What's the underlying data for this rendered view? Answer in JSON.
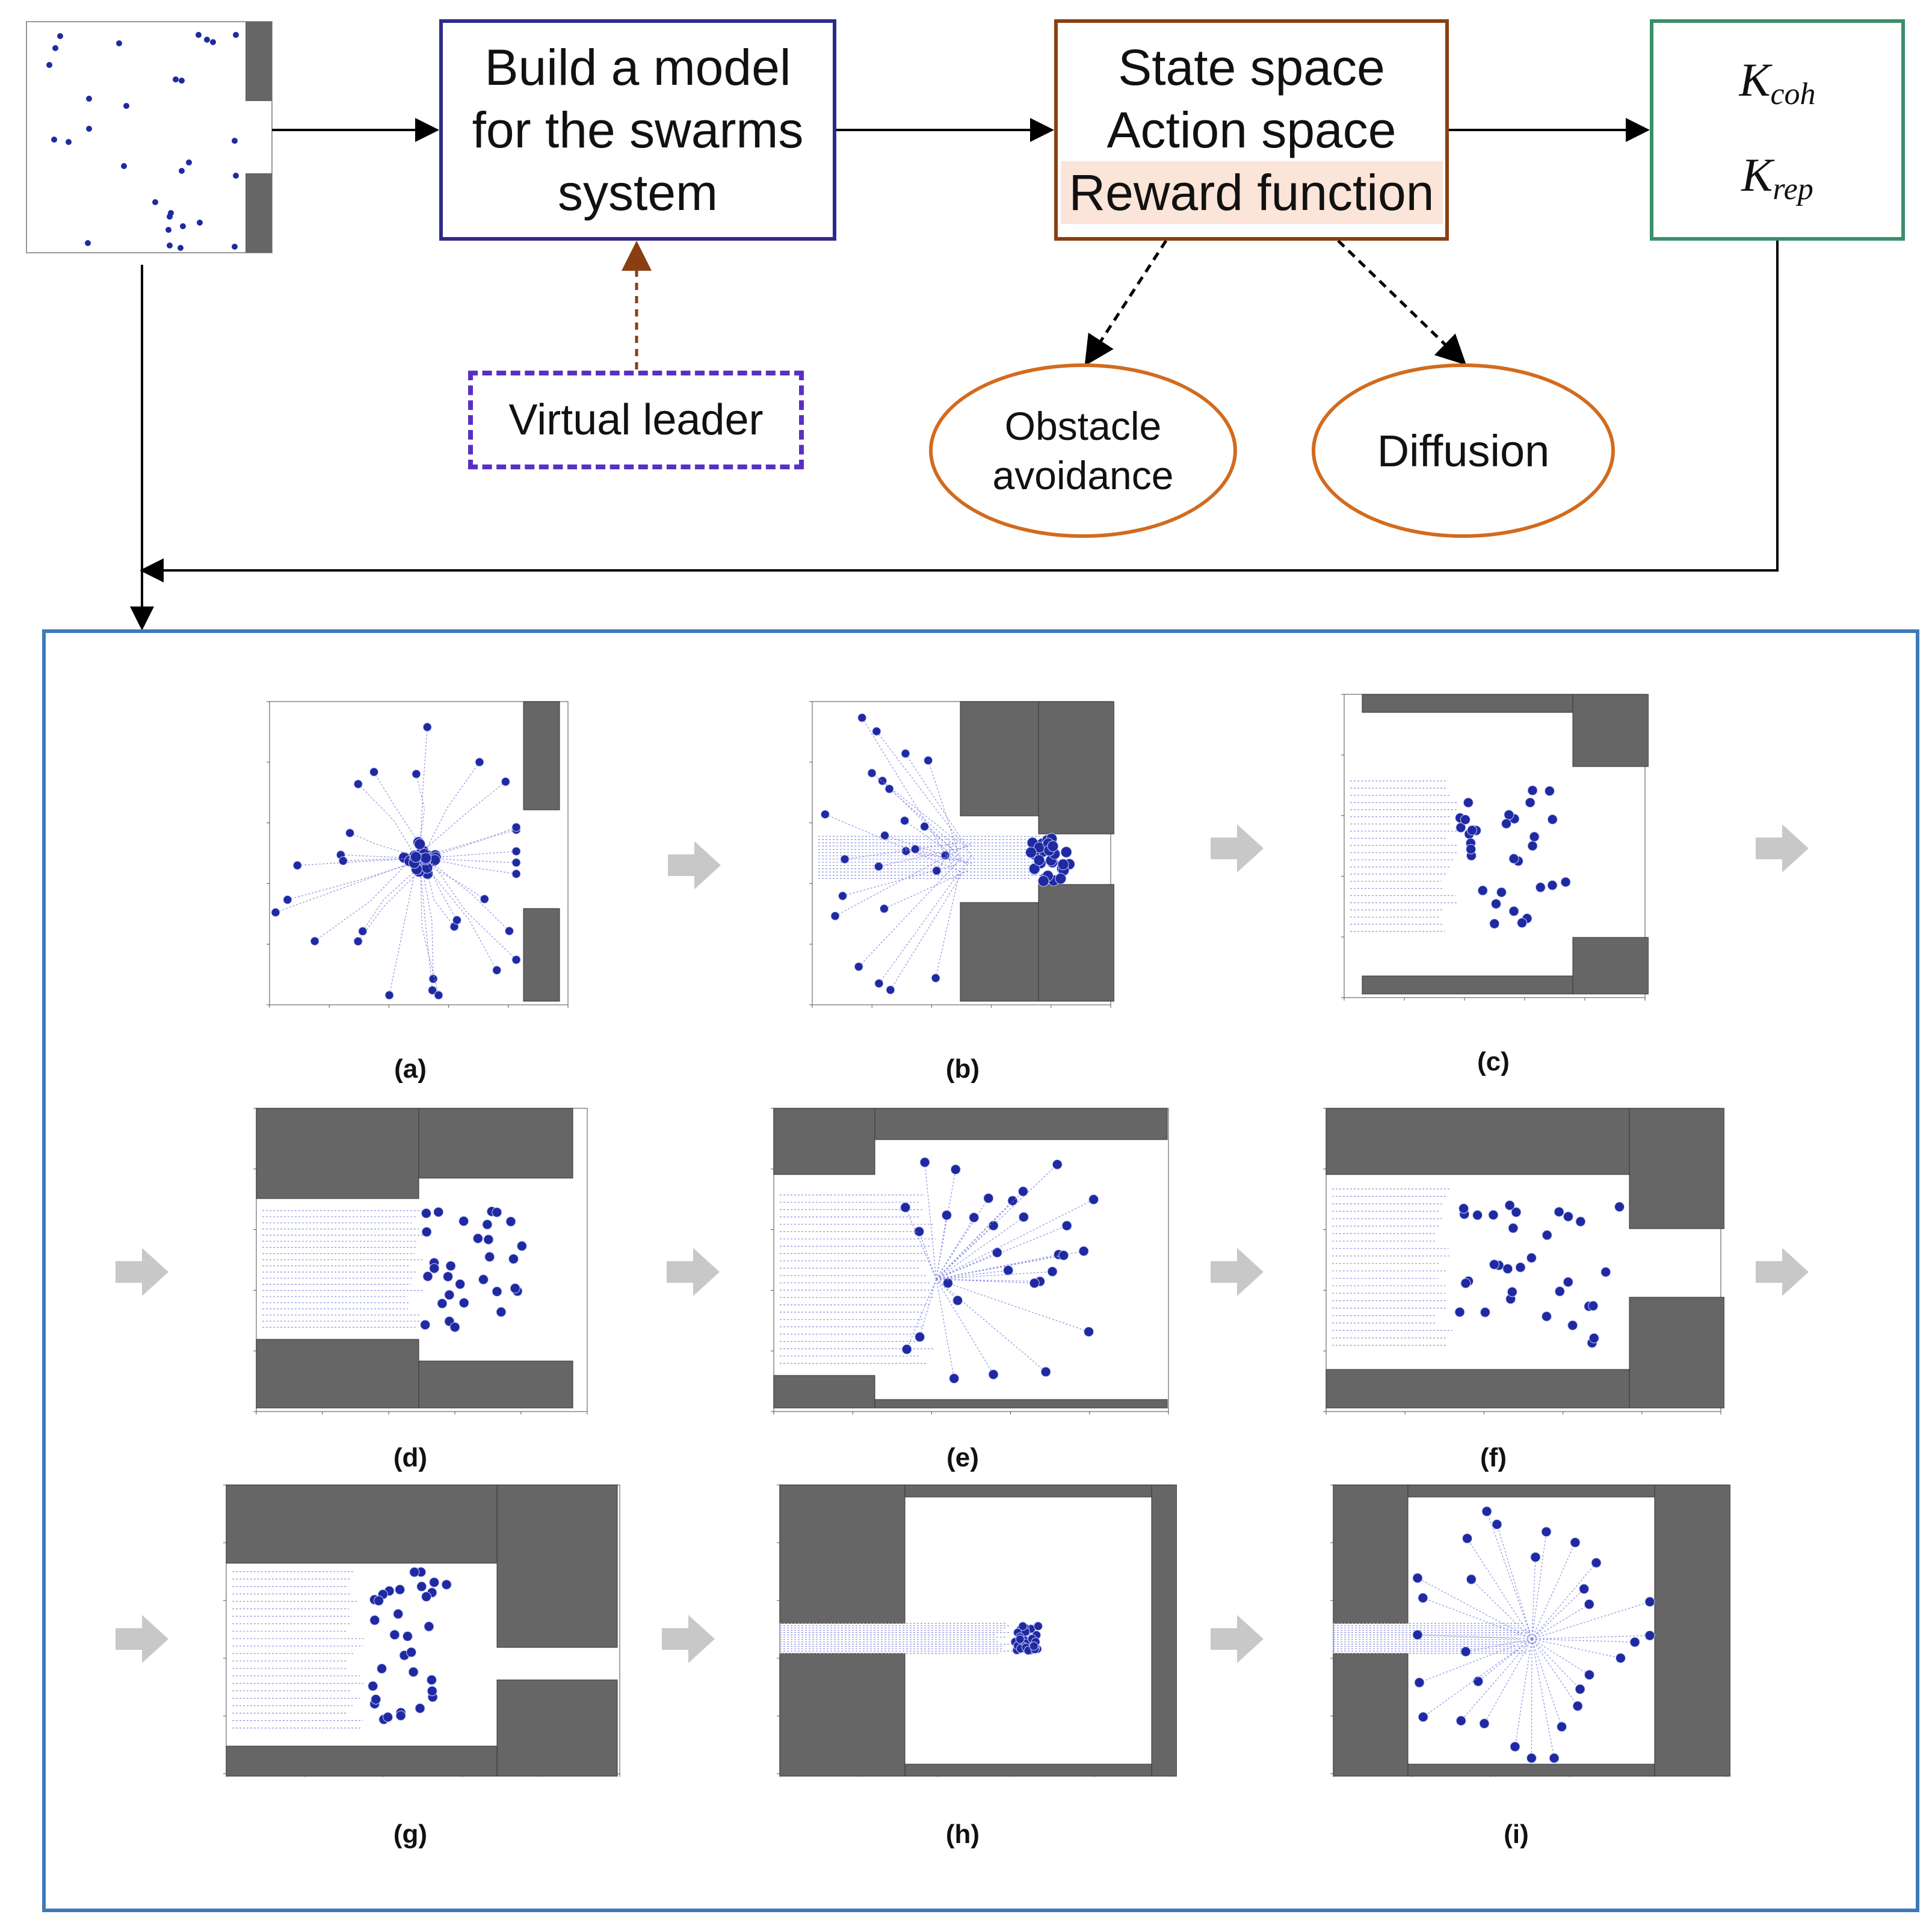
{
  "boxes": {
    "model": [
      "Build a model",
      "for the swarms",
      "system"
    ],
    "state": [
      "State space",
      "Action space",
      "Reward function"
    ],
    "k1_base": "K",
    "k1_sub": "coh",
    "k2_base": "K",
    "k2_sub": "rep",
    "leader": "Virtual leader",
    "obstacle": [
      "Obstacle",
      "avoidance"
    ],
    "diffusion": "Diffusion"
  },
  "colors": {
    "model_border": "#2f2a8a",
    "state_border": "#8a3f12",
    "k_border": "#3a8f6a",
    "leader_border": "#5a2fc4",
    "ellipse_border": "#d26b1e",
    "frame_border": "#3d7ab8",
    "obstacle_fill": "#666666",
    "agent_fill": "#1f2aa0",
    "trail": "#8a8fe0"
  },
  "panels": [
    {
      "label": "(a)"
    },
    {
      "label": "(b)"
    },
    {
      "label": "(c)"
    },
    {
      "label": "(d)"
    },
    {
      "label": "(e)"
    },
    {
      "label": "(f)"
    },
    {
      "label": "(g)"
    },
    {
      "label": "(h)"
    },
    {
      "label": "(i)"
    }
  ]
}
